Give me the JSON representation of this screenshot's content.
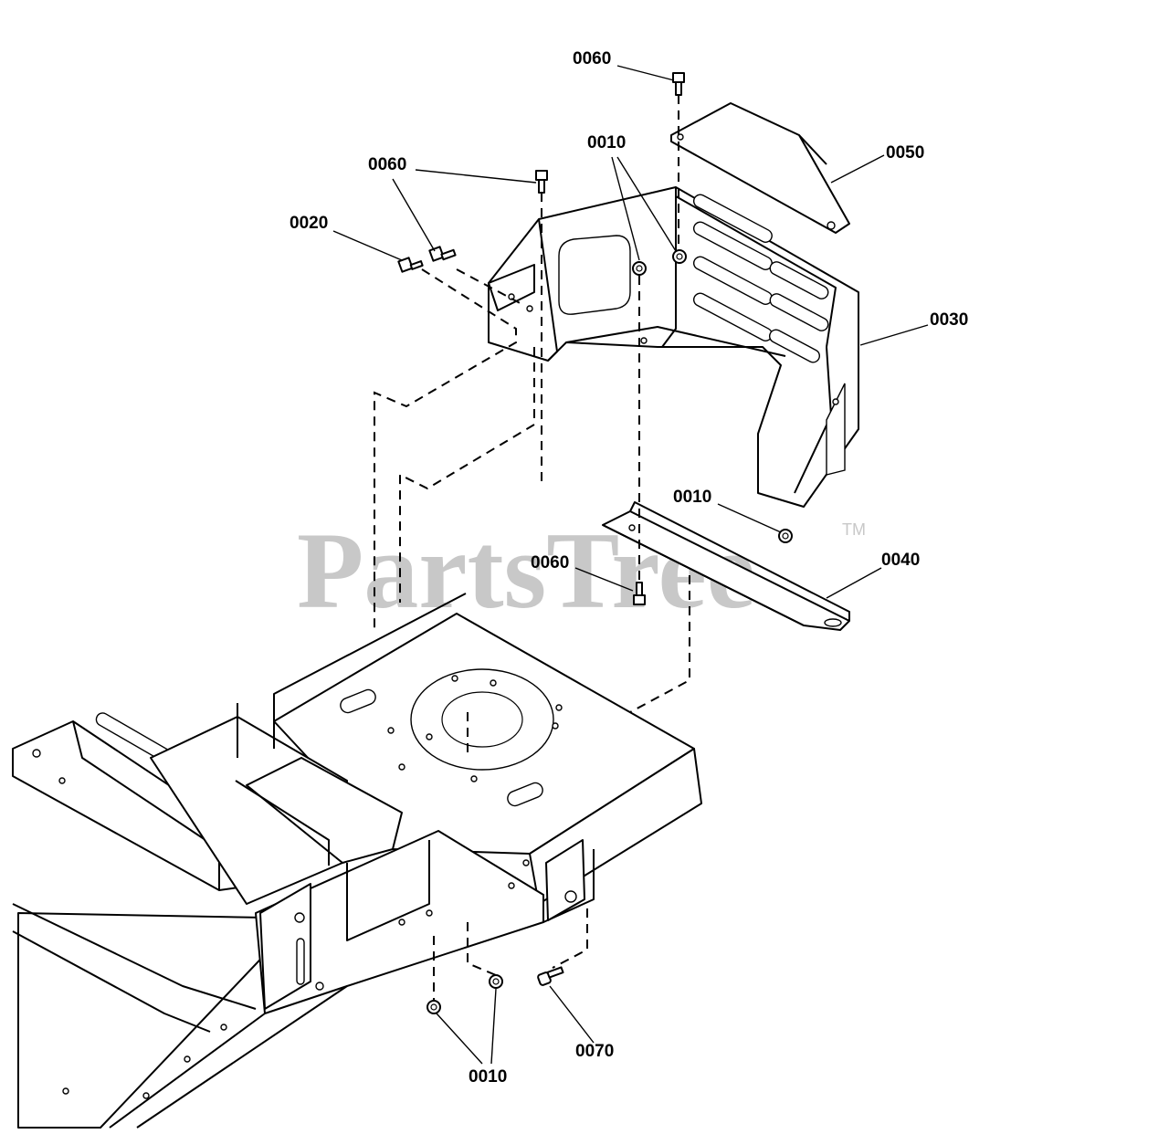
{
  "watermark": {
    "brand": "PartsTree",
    "trademark": "TM"
  },
  "callouts": [
    {
      "id": "c1",
      "label": "0060"
    },
    {
      "id": "c2",
      "label": "0050"
    },
    {
      "id": "c3",
      "label": "0010"
    },
    {
      "id": "c4",
      "label": "0060"
    },
    {
      "id": "c5",
      "label": "0020"
    },
    {
      "id": "c6",
      "label": "0030"
    },
    {
      "id": "c7",
      "label": "0010"
    },
    {
      "id": "c8",
      "label": "0060"
    },
    {
      "id": "c9",
      "label": "0040"
    },
    {
      "id": "c10",
      "label": "0070"
    },
    {
      "id": "c11",
      "label": "0010"
    }
  ]
}
